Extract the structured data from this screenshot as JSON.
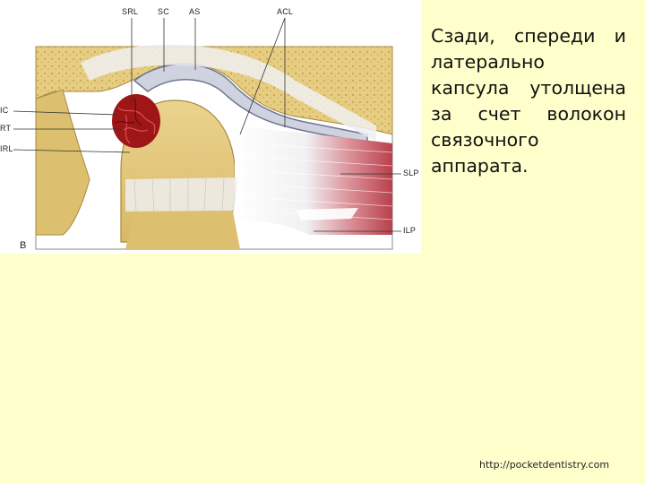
{
  "figure": {
    "labels": {
      "srl": "SRL",
      "sc": "SC",
      "as": "AS",
      "acl": "ACL",
      "ic": "IC",
      "rt": "RT",
      "irl": "IRL",
      "slp": "SLP",
      "ilp": "ILP",
      "panel": "B"
    },
    "colors": {
      "bone": "#e4c878",
      "bone_dark": "#c8a452",
      "condyle": "#e7cf85",
      "disc": "#d9dce6",
      "ligament": "#e8e8ea",
      "muscle": "#c9505c",
      "vessels": "#b01a1a"
    }
  },
  "slide": {
    "text": "Сзади, спереди и латерально капсула утолщена за счет волокон связочного аппарата.",
    "source": "http://pocketdentistry.com"
  }
}
